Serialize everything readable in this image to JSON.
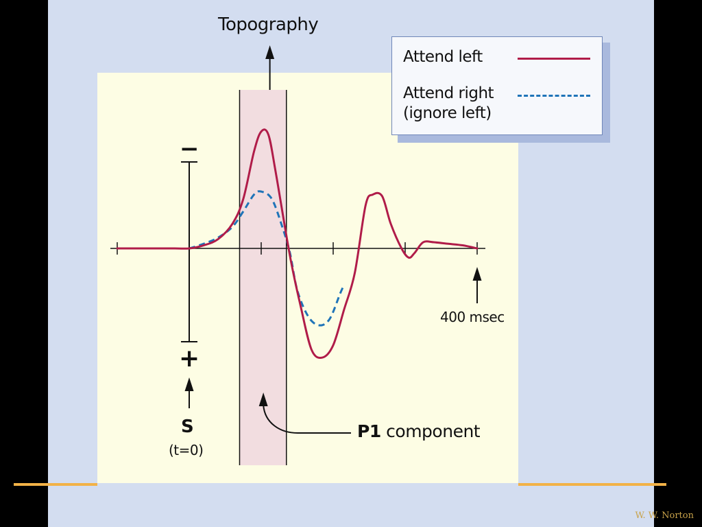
{
  "chart_data": {
    "type": "line",
    "x_unit": "msec",
    "xlim": [
      -100,
      400
    ],
    "x_ticks": [
      -100,
      0,
      100,
      200,
      300,
      400
    ],
    "y_axis": {
      "negative_label": "−",
      "positive_label": "+",
      "orientation": "negative-up"
    },
    "series": [
      {
        "name": "Attend left",
        "color": "#b01c49",
        "style": "solid",
        "points": [
          [
            -100,
            0
          ],
          [
            -60,
            0
          ],
          [
            -20,
            0
          ],
          [
            0,
            0
          ],
          [
            20,
            -0.2
          ],
          [
            40,
            -0.6
          ],
          [
            60,
            -1.6
          ],
          [
            75,
            -3.2
          ],
          [
            90,
            -6.3
          ],
          [
            100,
            -7.6
          ],
          [
            110,
            -7.4
          ],
          [
            120,
            -5.0
          ],
          [
            140,
            0.5
          ],
          [
            155,
            3.8
          ],
          [
            170,
            6.6
          ],
          [
            185,
            7.1
          ],
          [
            200,
            6.3
          ],
          [
            215,
            4.0
          ],
          [
            230,
            1.6
          ],
          [
            245,
            -2.8
          ],
          [
            255,
            -3.5
          ],
          [
            268,
            -3.4
          ],
          [
            280,
            -1.6
          ],
          [
            295,
            0.0
          ],
          [
            305,
            0.6
          ],
          [
            313,
            0.3
          ],
          [
            325,
            -0.4
          ],
          [
            340,
            -0.4
          ],
          [
            360,
            -0.3
          ],
          [
            380,
            -0.2
          ],
          [
            400,
            0.0
          ]
        ]
      },
      {
        "name": "Attend right\n(ignore left)",
        "color": "#1f74b8",
        "style": "dashed",
        "points": [
          [
            0,
            0
          ],
          [
            20,
            -0.3
          ],
          [
            40,
            -0.7
          ],
          [
            60,
            -1.4
          ],
          [
            75,
            -2.4
          ],
          [
            90,
            -3.5
          ],
          [
            100,
            -3.7
          ],
          [
            115,
            -3.2
          ],
          [
            130,
            -1.3
          ],
          [
            140,
            0.3
          ],
          [
            150,
            2.7
          ],
          [
            165,
            4.4
          ],
          [
            180,
            5.0
          ],
          [
            195,
            4.6
          ],
          [
            210,
            2.9
          ],
          [
            215,
            2.4
          ]
        ]
      }
    ],
    "annotations": {
      "top_label": "Topography",
      "p1_bold": "P1",
      "p1_rest": " component",
      "time_end_label": "400 msec",
      "stimulus_label": "S",
      "stimulus_sub": "(t=0)"
    },
    "highlight_band": {
      "x_start": 70,
      "x_end": 135,
      "color": "#f2dde0"
    }
  },
  "footer": {
    "credit": "W. W. Norton"
  },
  "colors": {
    "slide_bg": "#d3ddf0",
    "plot_bg": "#fdfde4",
    "accent_gold": "#f2b247"
  }
}
